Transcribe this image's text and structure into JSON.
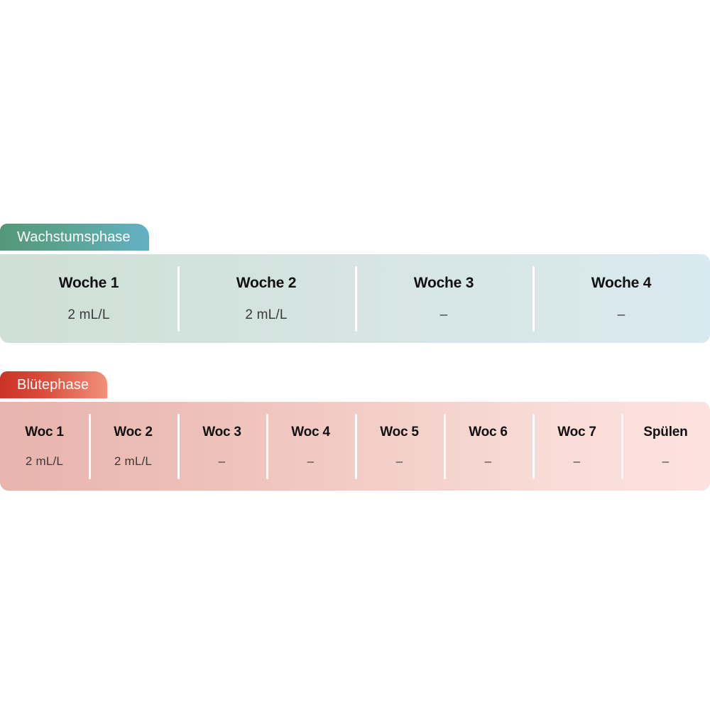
{
  "schedule": {
    "phases": [
      {
        "id": "growth",
        "tab_label": "Wachstumsphase",
        "tab_gradient_from": "#54987a",
        "tab_gradient_to": "#63b0c5",
        "body_gradient_from": "#cfe0d8",
        "body_gradient_to": "#d8e9ef",
        "cells": [
          {
            "title": "Woche 1",
            "value": "2 mL/L"
          },
          {
            "title": "Woche 2",
            "value": "2 mL/L"
          },
          {
            "title": "Woche 3",
            "value": "–"
          },
          {
            "title": "Woche 4",
            "value": "–"
          }
        ]
      },
      {
        "id": "bloom",
        "tab_label": "Blütephase",
        "tab_gradient_from": "#ca3327",
        "tab_gradient_to": "#f0907c",
        "body_gradient_from": "#e8b4ad",
        "body_gradient_to": "#fce2de",
        "cells": [
          {
            "title": "Woc 1",
            "value": "2 mL/L"
          },
          {
            "title": "Woc 2",
            "value": "2 mL/L"
          },
          {
            "title": "Woc 3",
            "value": "–"
          },
          {
            "title": "Woc 4",
            "value": "–"
          },
          {
            "title": "Woc 5",
            "value": "–"
          },
          {
            "title": "Woc 6",
            "value": "–"
          },
          {
            "title": "Woc 7",
            "value": "–"
          },
          {
            "title": "Spülen",
            "value": "–"
          }
        ]
      }
    ]
  }
}
